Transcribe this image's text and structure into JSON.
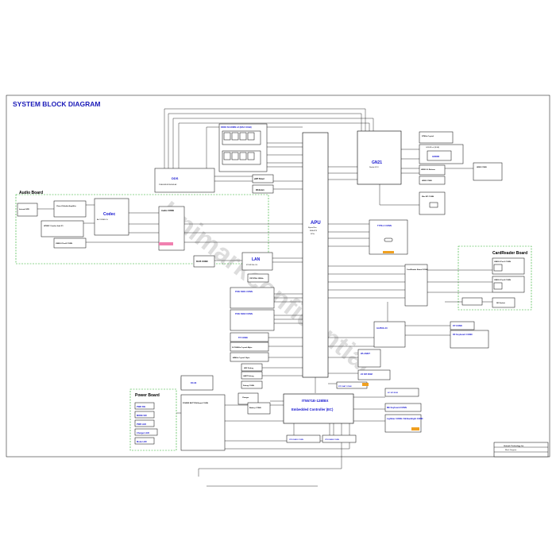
{
  "title": "SYSTEM BLOCK DIAGRAM",
  "watermark": "Unimarkconfidential",
  "colors": {
    "title": "#1a1ab8",
    "blue_label": "#1414d0",
    "green_dash": "#22aa22",
    "pink": "#f080b0",
    "orange": "#f0a020",
    "line": "#000000"
  },
  "groups": {
    "audio_board": "Audio Board",
    "cardreader_board": "CardReader Board",
    "power_board": "Power Board"
  },
  "blocks": {
    "apu": {
      "name": "APU",
      "sub1": "Ryzen/Zen",
      "sub2": "BGA FP5",
      "sub3": "FP5x"
    },
    "ddr": "DDR4 SO-DIMM x2 (MAX 16GB)",
    "dds": {
      "name": "DDS",
      "sub": "PS8409/EDP/HDMI-A2"
    },
    "edp": "eDP Panel",
    "webcam": "Webcam",
    "codec": {
      "name": "Codec",
      "sub": "ALC269M-CG"
    },
    "audio_conn": "Audio CONN",
    "speaker": "Internal SPK",
    "class_d": "Class-D Audio Amplifier",
    "hpmic": "HP/MIC Combo Jack X1",
    "usb_p2": "USB2.0 Port2 CONN",
    "rj45": "RJ45 CONN",
    "lan": {
      "name": "LAN",
      "sub": "RTL8111H-CG"
    },
    "crystal_lan": "CRYSTAL 25MHz",
    "ssd1": "PCIE SSD1 CONN",
    "ssd2": "PCIE SSD2 CONN",
    "tp": "TP CONN",
    "crystal_32k": "32.768KHz Crystal 48pin",
    "crystal_48m": "48MHz Crystal 16pin",
    "hdd_debug": "HDF Debug",
    "uart": "UART Debug",
    "debug": "Debug CONN",
    "gpu": {
      "name": "GN21",
      "sub": "Nvidia GPU"
    },
    "crystal_27m": "27MHz Crystal",
    "gddr": "GDDR6",
    "gddr_x4": "GDDR5 x4 (8GB)",
    "hdmi_retimer": "HDMI 2.0 Retimer",
    "hdmi_conn": "HDMI CONN",
    "mini_dp": "Mini DP CONN",
    "typec": "TYPE-C CONN",
    "cardreader_conn": "CardReader Board CONN",
    "usb3_p1": "USB3.0 Port1 CONN",
    "usb3_p2": "USB3.0 Port2 CONN",
    "sd_socket": "SD Socket",
    "usb_ctrl": "GL850G-40",
    "wlan": "WLAN/BT",
    "fp": "FP CONN",
    "rf_keyboard": "RF Keyboard CONN",
    "spi_rom": "2X SPI ROM",
    "rtc": "RTC BAT CONN",
    "ec": {
      "name": "IT5571E-128/BX",
      "sub": "Embedded Controller (EC)"
    },
    "ec_spi": "EC SPI ROM",
    "me_keyboard": "ME Keyboard CONN",
    "lightbar": "Lightbar CONN / KB Backlight CONN",
    "cpu_fan": "CPU FAN1 CONN",
    "gpu_fan": "CPU FAN2 CONN",
    "dcin": "DC-IN",
    "power_button": "POWER BUTTON Board CONN",
    "charger": "Charger",
    "battery": "Battery CONN",
    "pwr_sw": "PWR SW",
    "mode_sw": "MODE SW",
    "pwr_led": "PWR LED",
    "charger_led": "Charger LED",
    "mode_led": "Mode LED"
  },
  "titleblock": {
    "company": "Unimark Technology Inc.",
    "doc": "Block Diagram"
  }
}
